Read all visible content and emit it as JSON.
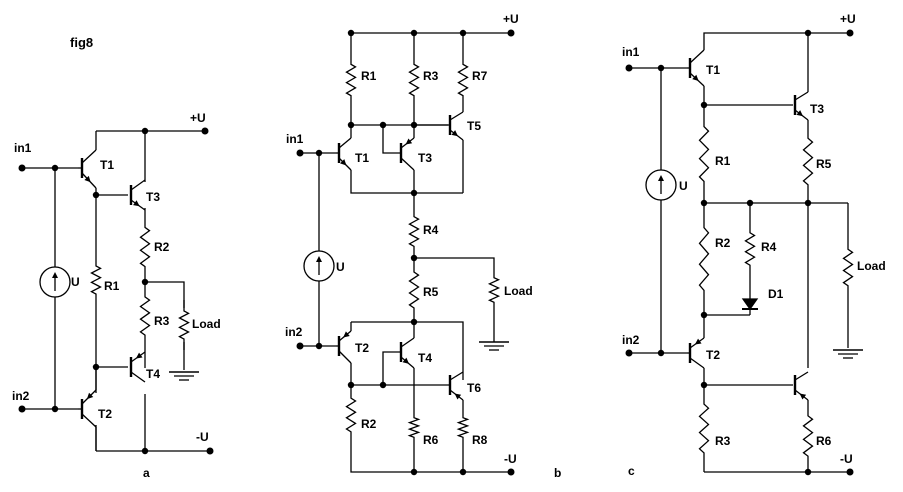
{
  "figure_label": "fig8",
  "subcircuits": [
    {
      "caption": "a",
      "labels": {
        "in1": "in1",
        "in2": "in2",
        "pos": "+U",
        "neg": "-U",
        "T1": "T1",
        "T2": "T2",
        "T3": "T3",
        "T4": "T4",
        "R1": "R1",
        "R2": "R2",
        "R3": "R3",
        "source": "U",
        "load": "Load"
      }
    },
    {
      "caption": "b",
      "labels": {
        "in1": "in1",
        "in2": "in2",
        "pos": "+U",
        "neg": "-U",
        "T1": "T1",
        "T2": "T2",
        "T3": "T3",
        "T4": "T4",
        "T5": "T5",
        "T6": "T6",
        "R1": "R1",
        "R2": "R2",
        "R3": "R3",
        "R4": "R4",
        "R5": "R5",
        "R6": "R6",
        "R7": "R7",
        "R8": "R8",
        "source": "U",
        "load": "Load"
      }
    },
    {
      "caption": "c",
      "labels": {
        "in1": "in1",
        "in2": "in2",
        "pos": "+U",
        "neg": "-U",
        "T1": "T1",
        "T2": "T2",
        "T3": "T3",
        "R1": "R1",
        "R2": "R2",
        "R3": "R3",
        "R4": "R4",
        "R5": "R5",
        "R6": "R6",
        "D1": "D1",
        "source": "U",
        "load": "Load"
      }
    }
  ],
  "colors": {
    "ink": "#000000",
    "paper": "#ffffff"
  }
}
